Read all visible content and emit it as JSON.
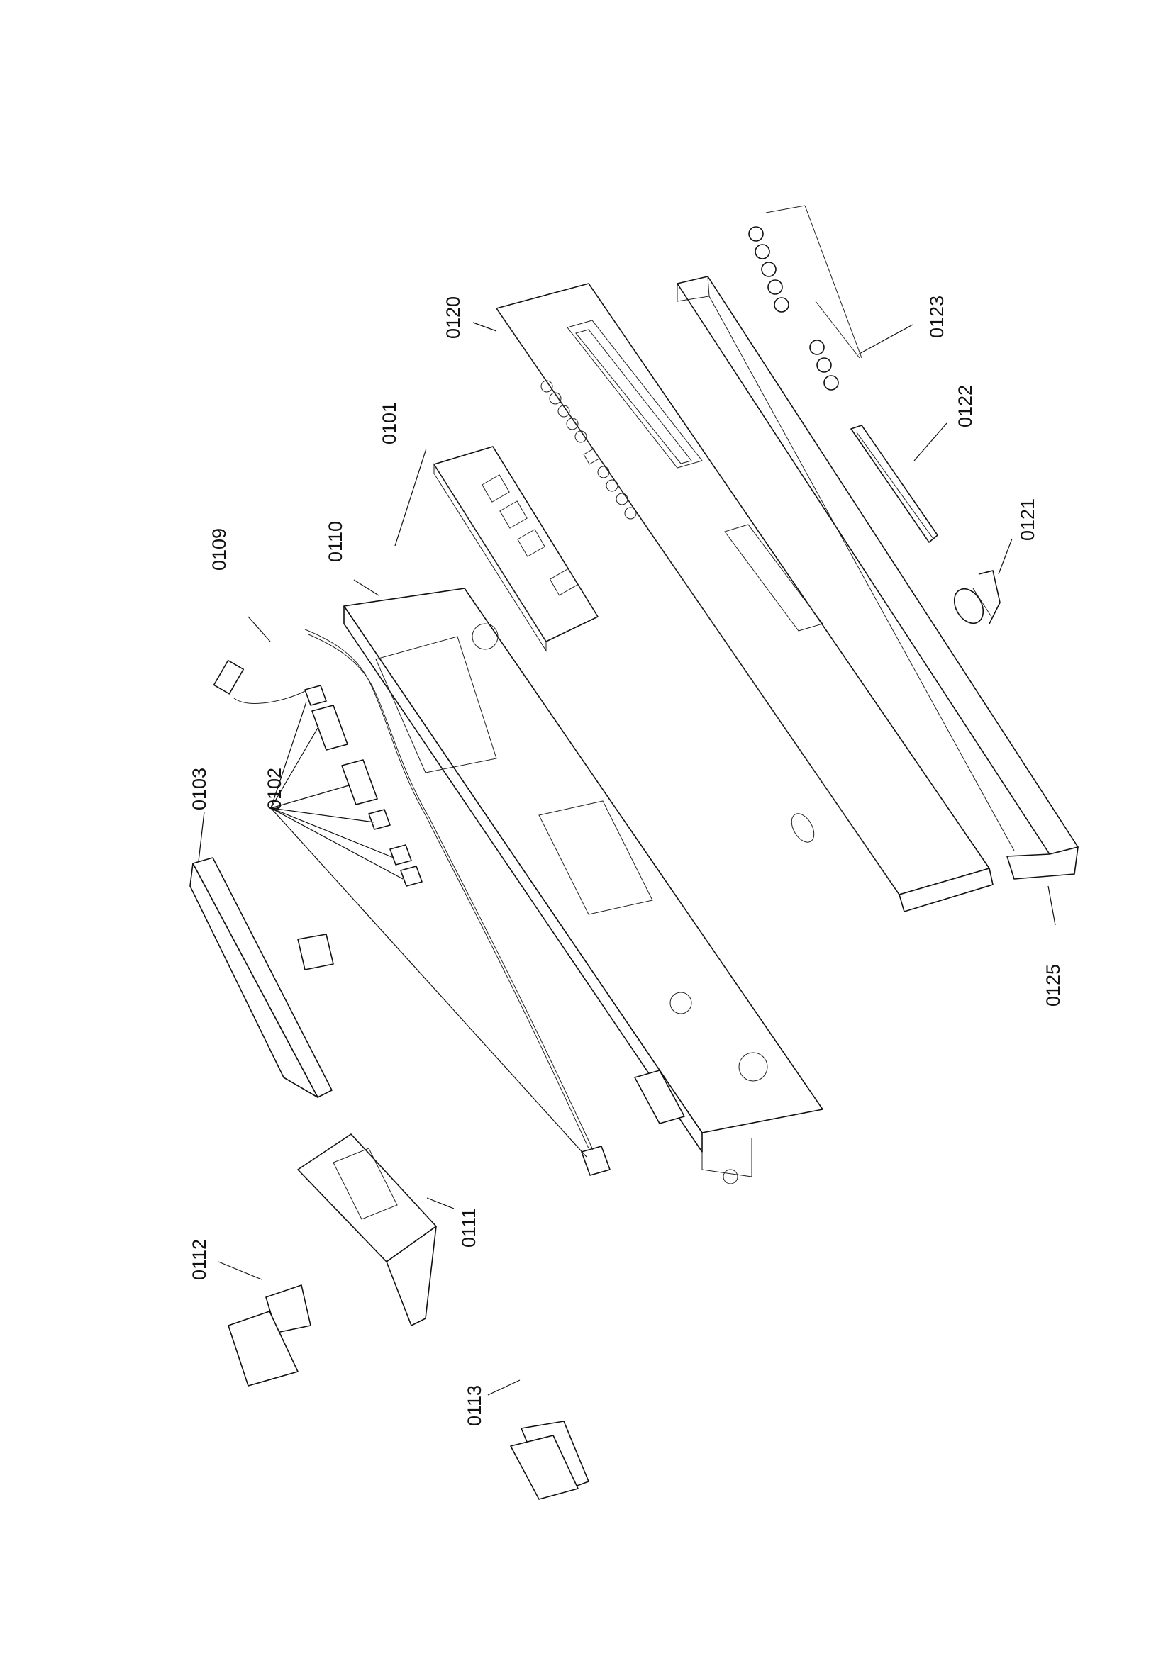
{
  "labels": {
    "l0101": "0101",
    "l0102": "0102",
    "l0103": "0103",
    "l0109": "0109",
    "l0110": "0110",
    "l0111": "0111",
    "l0112": "0112",
    "l0113": "0113",
    "l0120": "0120",
    "l0121": "0121",
    "l0122": "0122",
    "l0123": "0123",
    "l0125": "0125"
  }
}
